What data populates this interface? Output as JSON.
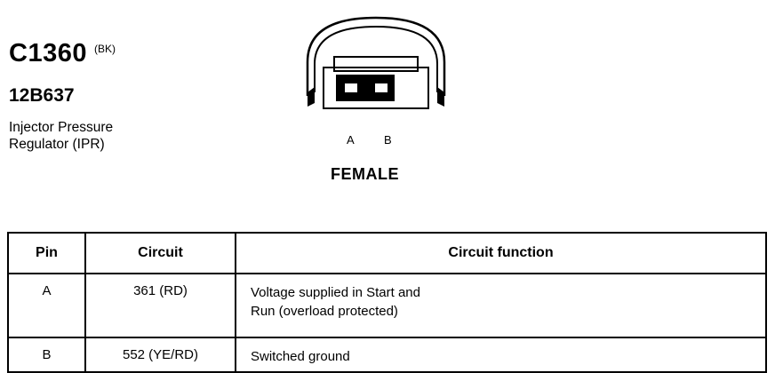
{
  "connector": {
    "code": "C1360",
    "color": "(BK)",
    "part_number": "12B637",
    "description": [
      "Injector Pressure",
      "Regulator (IPR)"
    ],
    "pin_labels": [
      "A",
      "B"
    ],
    "gender": "FEMALE"
  },
  "table": {
    "headers": [
      "Pin",
      "Circuit",
      "Circuit function"
    ],
    "rows": [
      {
        "pin": "A",
        "circuit": "361 (RD)",
        "function": [
          "Voltage supplied in Start and",
          "Run (overload protected)"
        ]
      },
      {
        "pin": "B",
        "circuit": "552 (YE/RD)",
        "function": [
          "Switched ground"
        ]
      }
    ]
  }
}
